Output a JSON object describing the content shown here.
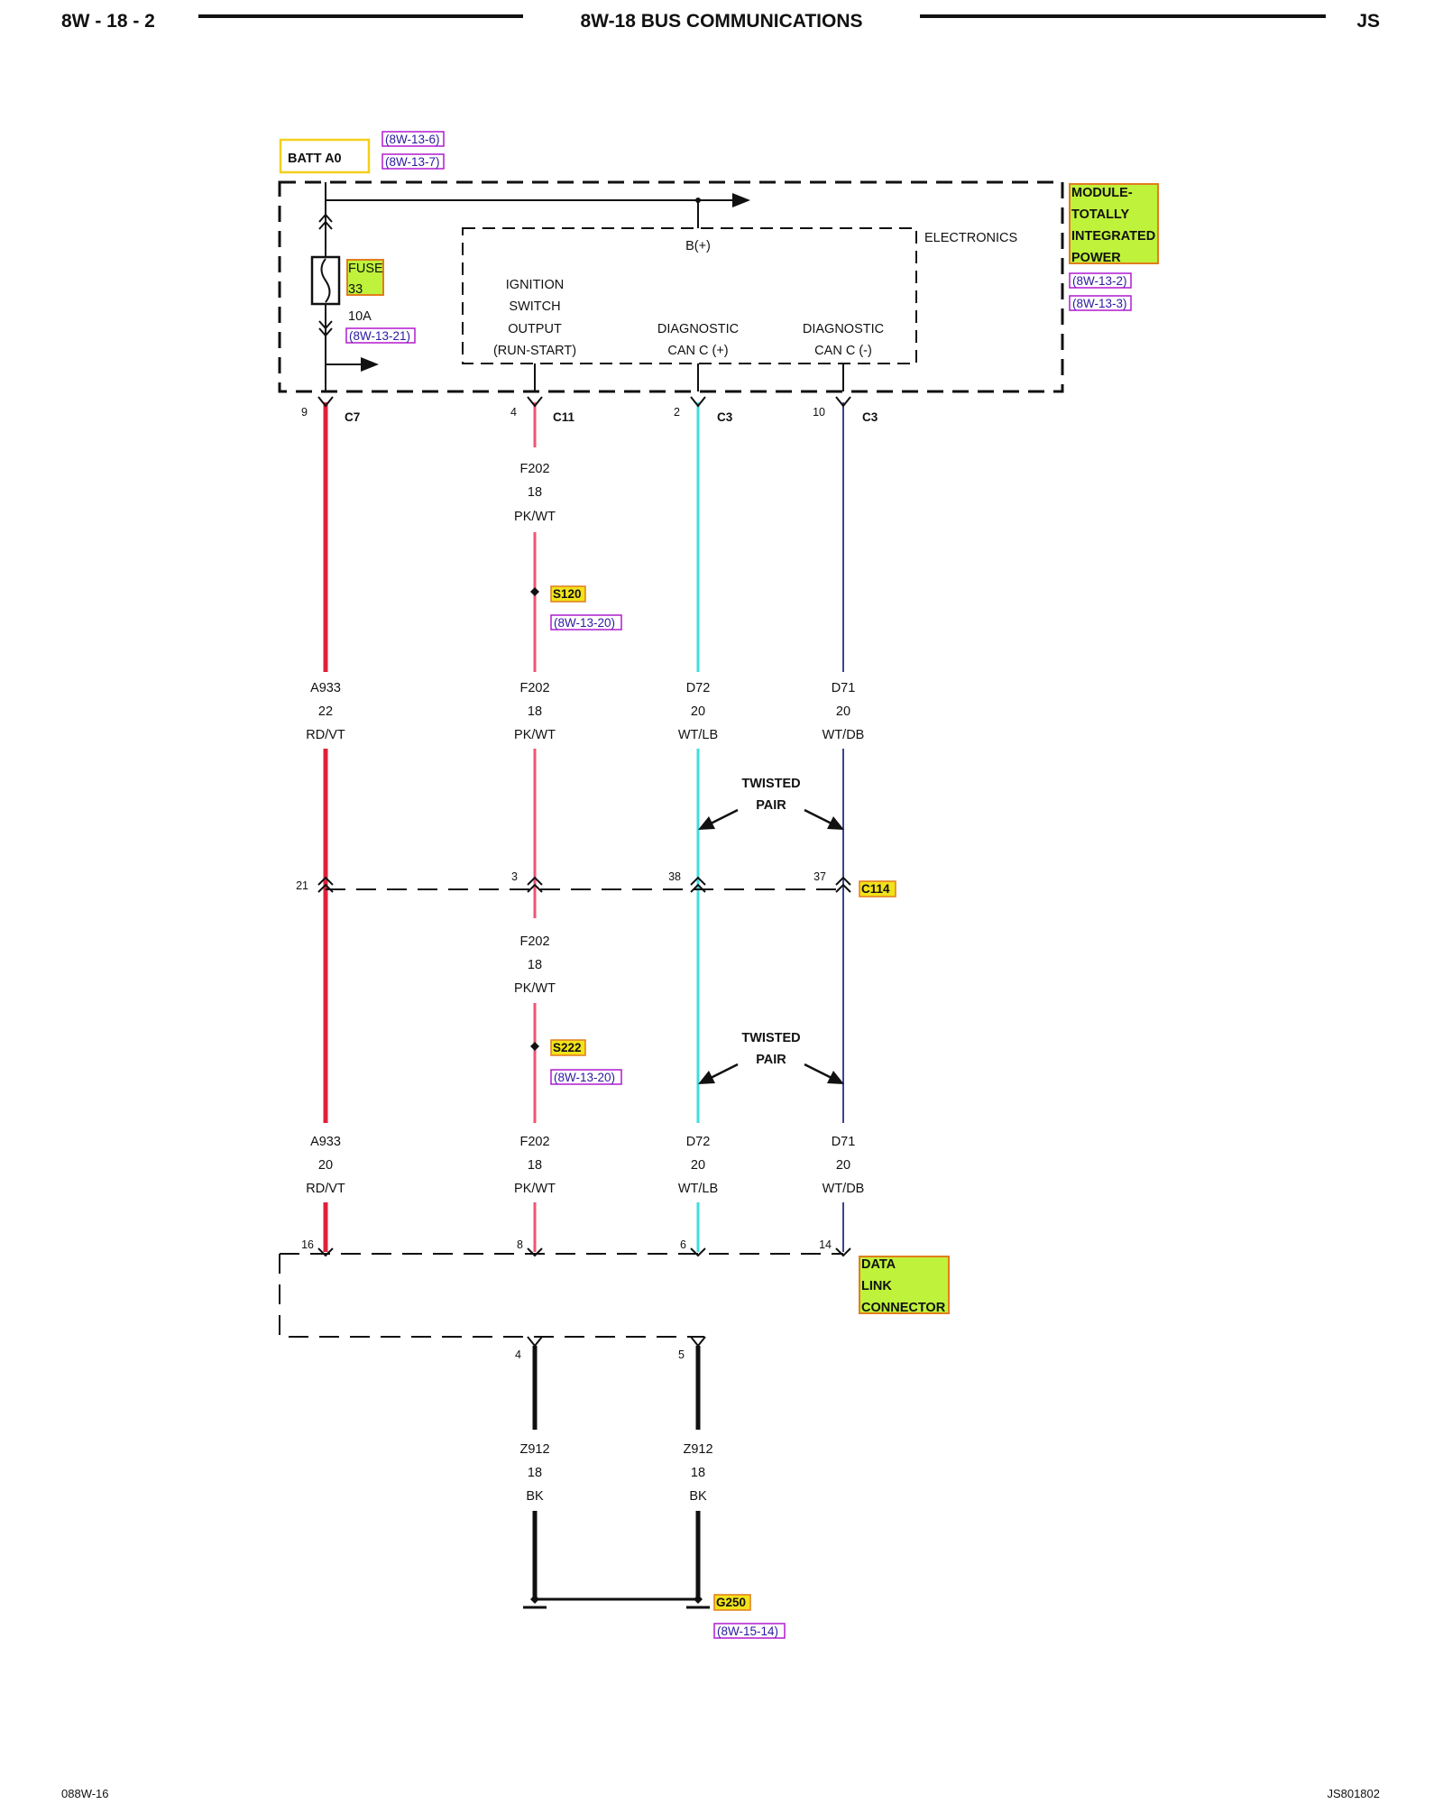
{
  "header": {
    "page": "8W - 18 - 2",
    "title": "8W-18 BUS COMMUNICATIONS",
    "code": "JS"
  },
  "footer": {
    "left": "088W-16",
    "right": "JS801802"
  },
  "batt": {
    "label": "BATT A0",
    "refs": [
      "(8W-13-6)",
      "(8W-13-7)"
    ]
  },
  "module": {
    "name_lines": [
      "MODULE-",
      "TOTALLY",
      "INTEGRATED",
      "POWER"
    ],
    "refs": [
      "(8W-13-2)",
      "(8W-13-3)"
    ],
    "electronics": "ELECTRONICS",
    "bplus": "B(+)",
    "ign_lines": [
      "IGNITION",
      "SWITCH",
      "OUTPUT",
      "(RUN-START)"
    ],
    "diag_pos_lines": [
      "DIAGNOSTIC",
      "CAN C (+)"
    ],
    "diag_neg_lines": [
      "DIAGNOSTIC",
      "CAN C (-)"
    ]
  },
  "fuse": {
    "lines": [
      "FUSE",
      "33"
    ],
    "rating": "10A",
    "ref": "(8W-13-21)"
  },
  "top_pins": [
    {
      "pin": "9",
      "conn": "C7"
    },
    {
      "pin": "4",
      "conn": "C11"
    },
    {
      "pin": "2",
      "conn": "C3"
    },
    {
      "pin": "10",
      "conn": "C3"
    }
  ],
  "wire_f202_upper": [
    "F202",
    "18",
    "PK/WT"
  ],
  "splice1": {
    "id": "S120",
    "ref": "(8W-13-20)"
  },
  "wires_mid": [
    [
      "A933",
      "22",
      "RD/VT"
    ],
    [
      "F202",
      "18",
      "PK/WT"
    ],
    [
      "D72",
      "20",
      "WT/LB"
    ],
    [
      "D71",
      "20",
      "WT/DB"
    ]
  ],
  "twisted_pair": [
    "TWISTED",
    "PAIR"
  ],
  "c114": {
    "pins": [
      "21",
      "3",
      "38",
      "37"
    ],
    "name": "C114"
  },
  "wire_f202_lower": [
    "F202",
    "18",
    "PK/WT"
  ],
  "splice2": {
    "id": "S222",
    "ref": "(8W-13-20)"
  },
  "wires_low": [
    [
      "A933",
      "20",
      "RD/VT"
    ],
    [
      "F202",
      "18",
      "PK/WT"
    ],
    [
      "D72",
      "20",
      "WT/LB"
    ],
    [
      "D71",
      "20",
      "WT/DB"
    ]
  ],
  "dlc": {
    "pins": [
      "16",
      "8",
      "6",
      "14"
    ],
    "name_lines": [
      "DATA",
      "LINK",
      "CONNECTOR"
    ],
    "ground_pins": [
      "4",
      "5"
    ]
  },
  "ground_wires": [
    [
      "Z912",
      "18",
      "BK"
    ],
    [
      "Z912",
      "18",
      "BK"
    ]
  ],
  "ground": {
    "id": "G250",
    "ref": "(8W-15-14)"
  },
  "colors": {
    "red": "#e0203a",
    "pink": "#ee5574",
    "cyan": "#3fdede",
    "navy": "#3a4590",
    "highlight": "#bff23a",
    "highlight_border": "#e27d1c",
    "ref_border": "#b21ad0",
    "batt_border": "#f3cf1a"
  }
}
